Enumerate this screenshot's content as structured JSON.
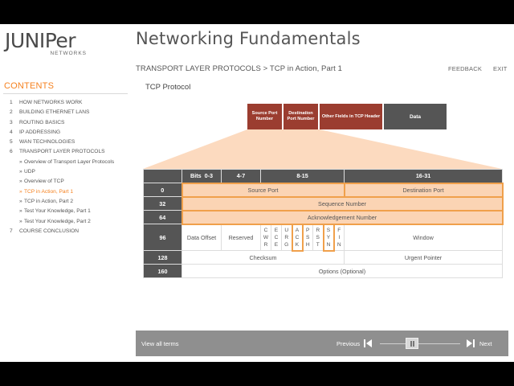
{
  "brand": {
    "name": "JUNIPer",
    "sub": "NETWORKS"
  },
  "header": {
    "title": "Networking Fundamentals",
    "breadcrumb": "TRANSPORT LAYER PROTOCOLS > TCP in Action, Part 1",
    "feedback": "FEEDBACK",
    "exit": "EXIT"
  },
  "sidebar": {
    "title": "CONTENTS",
    "items": [
      {
        "num": "1",
        "label": "HOW NETWORKS WORK"
      },
      {
        "num": "2",
        "label": "BUILDING ETHERNET LANS"
      },
      {
        "num": "3",
        "label": "ROUTING BASICS"
      },
      {
        "num": "4",
        "label": "IP ADDRESSING"
      },
      {
        "num": "5",
        "label": "WAN TECHNOLOGIES"
      },
      {
        "num": "6",
        "label": "TRANSPORT LAYER PROTOCOLS"
      },
      {
        "num": "»",
        "label": "Overview of Transport Layer Protocols"
      },
      {
        "num": "»",
        "label": "UDP"
      },
      {
        "num": "»",
        "label": "Overview of TCP"
      },
      {
        "num": "»",
        "label": "TCP in Action, Part 1"
      },
      {
        "num": "»",
        "label": "TCP in Action, Part 2"
      },
      {
        "num": "»",
        "label": "Test Your Knowledge, Part 1"
      },
      {
        "num": "»",
        "label": "Test Your Knowledge, Part 2"
      },
      {
        "num": "7",
        "label": "COURSE CONCLUSION"
      }
    ]
  },
  "main": {
    "title": "TCP Protocol",
    "segments": {
      "src": "Source Port Number",
      "dst": "Destination Port Number",
      "other": "Other Fields in TCP Header",
      "data": "Data"
    },
    "table": {
      "bits_label": "Bits",
      "bits": [
        "0-3",
        "4-7",
        "8-15",
        "16-31"
      ],
      "offsets": [
        "0",
        "32",
        "64",
        "96",
        "128",
        "160"
      ],
      "source_port": "Source Port",
      "destination_port": "Destination Port",
      "sequence_number": "Sequence Number",
      "ack_number": "Acknowledgement Number",
      "data_offset": "Data Offset",
      "reserved": "Reserved",
      "flags": {
        "cwr": [
          "C",
          "W",
          "R"
        ],
        "ece": [
          "E",
          "C",
          "E"
        ],
        "urg": [
          "U",
          "R",
          "G"
        ],
        "ack": [
          "A",
          "C",
          "K"
        ],
        "psh": [
          "P",
          "S",
          "H"
        ],
        "rst": [
          "R",
          "S",
          "T"
        ],
        "syn": [
          "S",
          "Y",
          "N"
        ],
        "fin": [
          "F",
          "I",
          "N"
        ]
      },
      "window": "Window",
      "checksum": "Checksum",
      "urgent_pointer": "Urgent Pointer",
      "options": "Options (Optional)"
    }
  },
  "player": {
    "view_terms": "View all terms",
    "previous": "Previous",
    "next": "Next",
    "progress": 0.35
  },
  "colors": {
    "accent": "#f58220",
    "segment": "#9b3d30",
    "highlight_fill": "#fbd4b4",
    "highlight_border": "#f0a04b",
    "header_dark": "#555555",
    "player_bar": "#8f8f8f"
  }
}
